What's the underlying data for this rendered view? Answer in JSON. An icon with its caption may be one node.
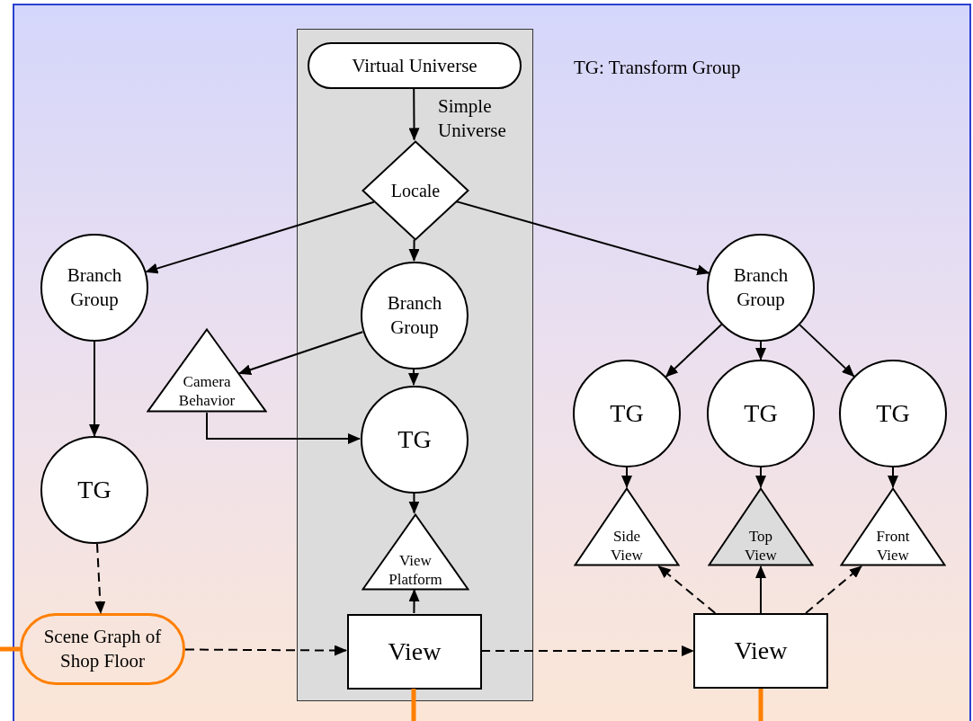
{
  "diagram": {
    "nodes": [
      {
        "text": [
          "Simple Universe"
        ]
      },
      {
        "text": [
          "Virtual Universe"
        ],
        "in": 0
      },
      {
        "text": [
          "Locale"
        ],
        "in": 0
      },
      {
        "text": [
          "Branch Group"
        ]
      },
      {
        "text": [
          "Branch Group"
        ],
        "in": 0
      },
      {
        "text": [
          "Branch Group"
        ]
      },
      {
        "text": [
          "Camera Behavior"
        ]
      },
      {
        "text": [
          "TG"
        ],
        "in": 0
      },
      {
        "text": [
          "TG"
        ]
      },
      {
        "text": [
          "TG"
        ]
      },
      {
        "text": [
          "TG"
        ]
      },
      {
        "text": [
          "TG"
        ]
      },
      {
        "text": [
          "View Platform"
        ],
        "in": 0
      },
      {
        "text": [
          "Side View"
        ]
      },
      {
        "text": [
          "Top View"
        ]
      },
      {
        "text": [
          "Front View"
        ]
      },
      {
        "text": [
          "Scene Graph of Shop Floor"
        ]
      },
      {
        "text": [
          "View"
        ],
        "in": 0
      },
      {
        "text": [
          "View"
        ]
      }
    ],
    "edges": [
      {
        "from": 1,
        "to": 2,
        "arrow": "to"
      },
      {
        "from": 2,
        "to": 3,
        "arrow": "to"
      },
      {
        "from": 2,
        "to": 4,
        "arrow": "to"
      },
      {
        "from": 2,
        "to": 5,
        "arrow": "to"
      },
      {
        "from": 4,
        "to": 6,
        "arrow": "to"
      },
      {
        "from": 6,
        "to": 7,
        "arrow": "to"
      },
      {
        "from": 4,
        "to": 7,
        "arrow": "to"
      },
      {
        "from": 7,
        "to": 12,
        "arrow": "to"
      },
      {
        "from": 3,
        "to": 8,
        "arrow": "to"
      },
      {
        "from": 8,
        "to": 16,
        "arrow": "to",
        "style": "dashed"
      },
      {
        "from": 16,
        "to": 17,
        "arrow": "to",
        "style": "dashed"
      },
      {
        "from": 17,
        "to": 18,
        "arrow": "to",
        "style": "dashed"
      },
      {
        "from": 17,
        "to": 12,
        "arrow": "to"
      },
      {
        "from": 5,
        "to": 9,
        "arrow": "to"
      },
      {
        "from": 5,
        "to": 10,
        "arrow": "to"
      },
      {
        "from": 5,
        "to": 11,
        "arrow": "to"
      },
      {
        "from": 9,
        "to": 13,
        "arrow": "to"
      },
      {
        "from": 10,
        "to": 14,
        "arrow": "to"
      },
      {
        "from": 11,
        "to": 15,
        "arrow": "to"
      },
      {
        "from": 18,
        "to": 13,
        "arrow": "to",
        "style": "dashed"
      },
      {
        "from": 18,
        "to": 14,
        "arrow": "to"
      },
      {
        "from": 18,
        "to": 15,
        "arrow": "to",
        "style": "dashed"
      },
      {
        "from": null,
        "to": 16,
        "arrow": "none",
        "style": "thick",
        "color": "#ff7f00"
      },
      {
        "from": 17,
        "to": null,
        "arrow": "none",
        "style": "thick",
        "color": "#ff7f00"
      },
      {
        "from": 18,
        "to": null,
        "arrow": "none",
        "style": "thick",
        "color": "#ff7f00"
      }
    ],
    "labels": [
      "TG: Transform Group"
    ]
  }
}
